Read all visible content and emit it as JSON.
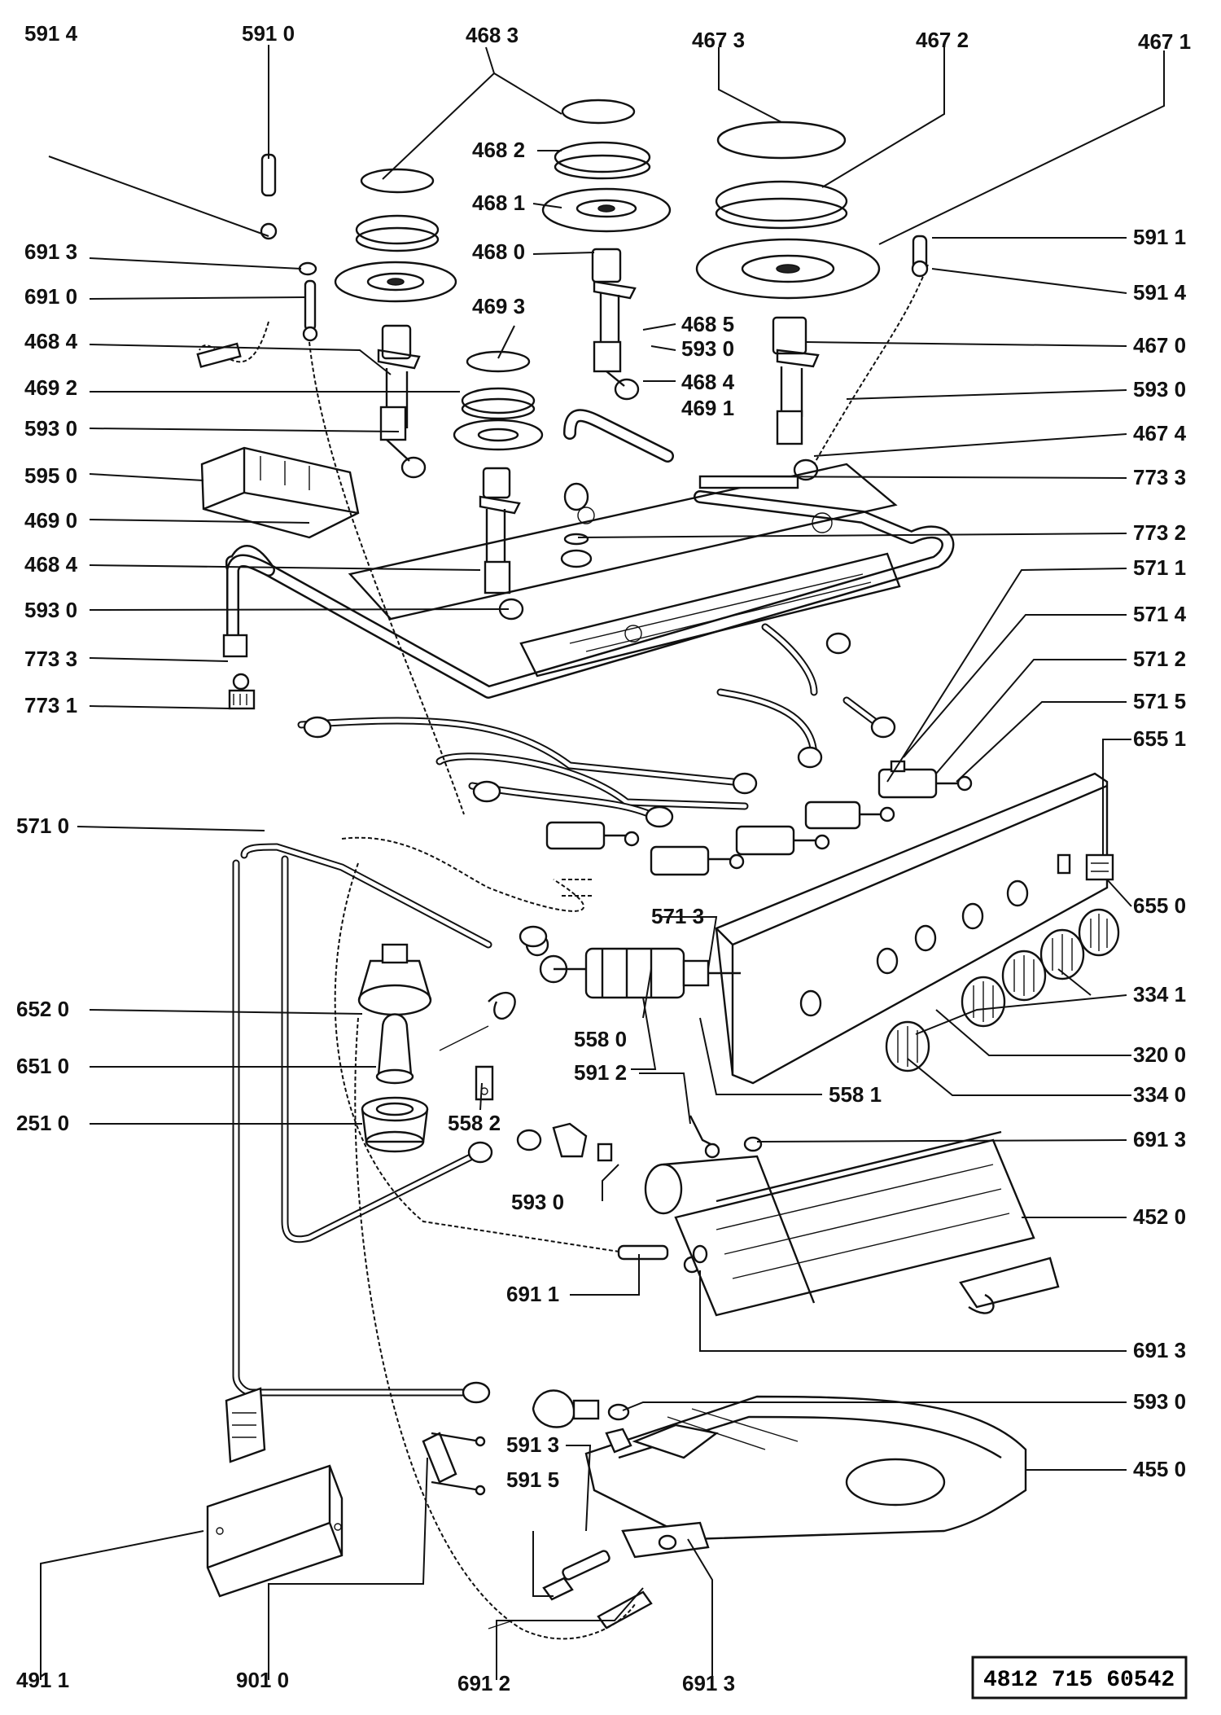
{
  "labels": {
    "l5914a": "591 4",
    "l5910a": "591 0",
    "l4683": "468 3",
    "l4673": "467 3",
    "l4672": "467 2",
    "l4671": "467 1",
    "l6913a": "691 3",
    "l6910": "691 0",
    "l4684a": "468 4",
    "l4692": "469 2",
    "l5930a": "593 0",
    "l5950": "595 0",
    "l4690": "469 0",
    "l4684b": "468 4",
    "l5930b": "593 0",
    "l7733a": "773 3",
    "l7731": "773 1",
    "l4682": "468 2",
    "l4681": "468 1",
    "l4680": "468 0",
    "l4693": "469 3",
    "l4685": "468 5",
    "l5930c": "593 0",
    "l4684c": "468 4",
    "l4691": "469 1",
    "l5911": "591 1",
    "l5914b": "591 4",
    "l4670": "467 0",
    "l5930d": "593 0",
    "l4674": "467 4",
    "l7733b": "773 3",
    "l7732": "773 2",
    "l5711": "571 1",
    "l5714": "571 4",
    "l5712": "571 2",
    "l5715": "571 5",
    "l6551": "655 1",
    "l6550": "655 0",
    "l3341": "334 1",
    "l3200": "320 0",
    "l3340": "334 0",
    "l5710": "571 0",
    "l5713": "571 3",
    "l6520": "652 0",
    "l6510": "651 0",
    "l2510": "251 0",
    "l5580": "558 0",
    "l5582": "558 2",
    "l5912": "591 2",
    "l5581": "558 1",
    "l6913b": "691 3",
    "l5930e": "593 0",
    "l4520": "452 0",
    "l6911": "691 1",
    "l6913c": "691 3",
    "l5930f": "593 0",
    "l5913": "591 3",
    "l5915": "591 5",
    "l4550": "455 0",
    "l4911": "491 1",
    "l9010": "901 0",
    "l6912": "691  2",
    "l6913d": "691 3"
  },
  "drawing_number": "4812   715   60542"
}
